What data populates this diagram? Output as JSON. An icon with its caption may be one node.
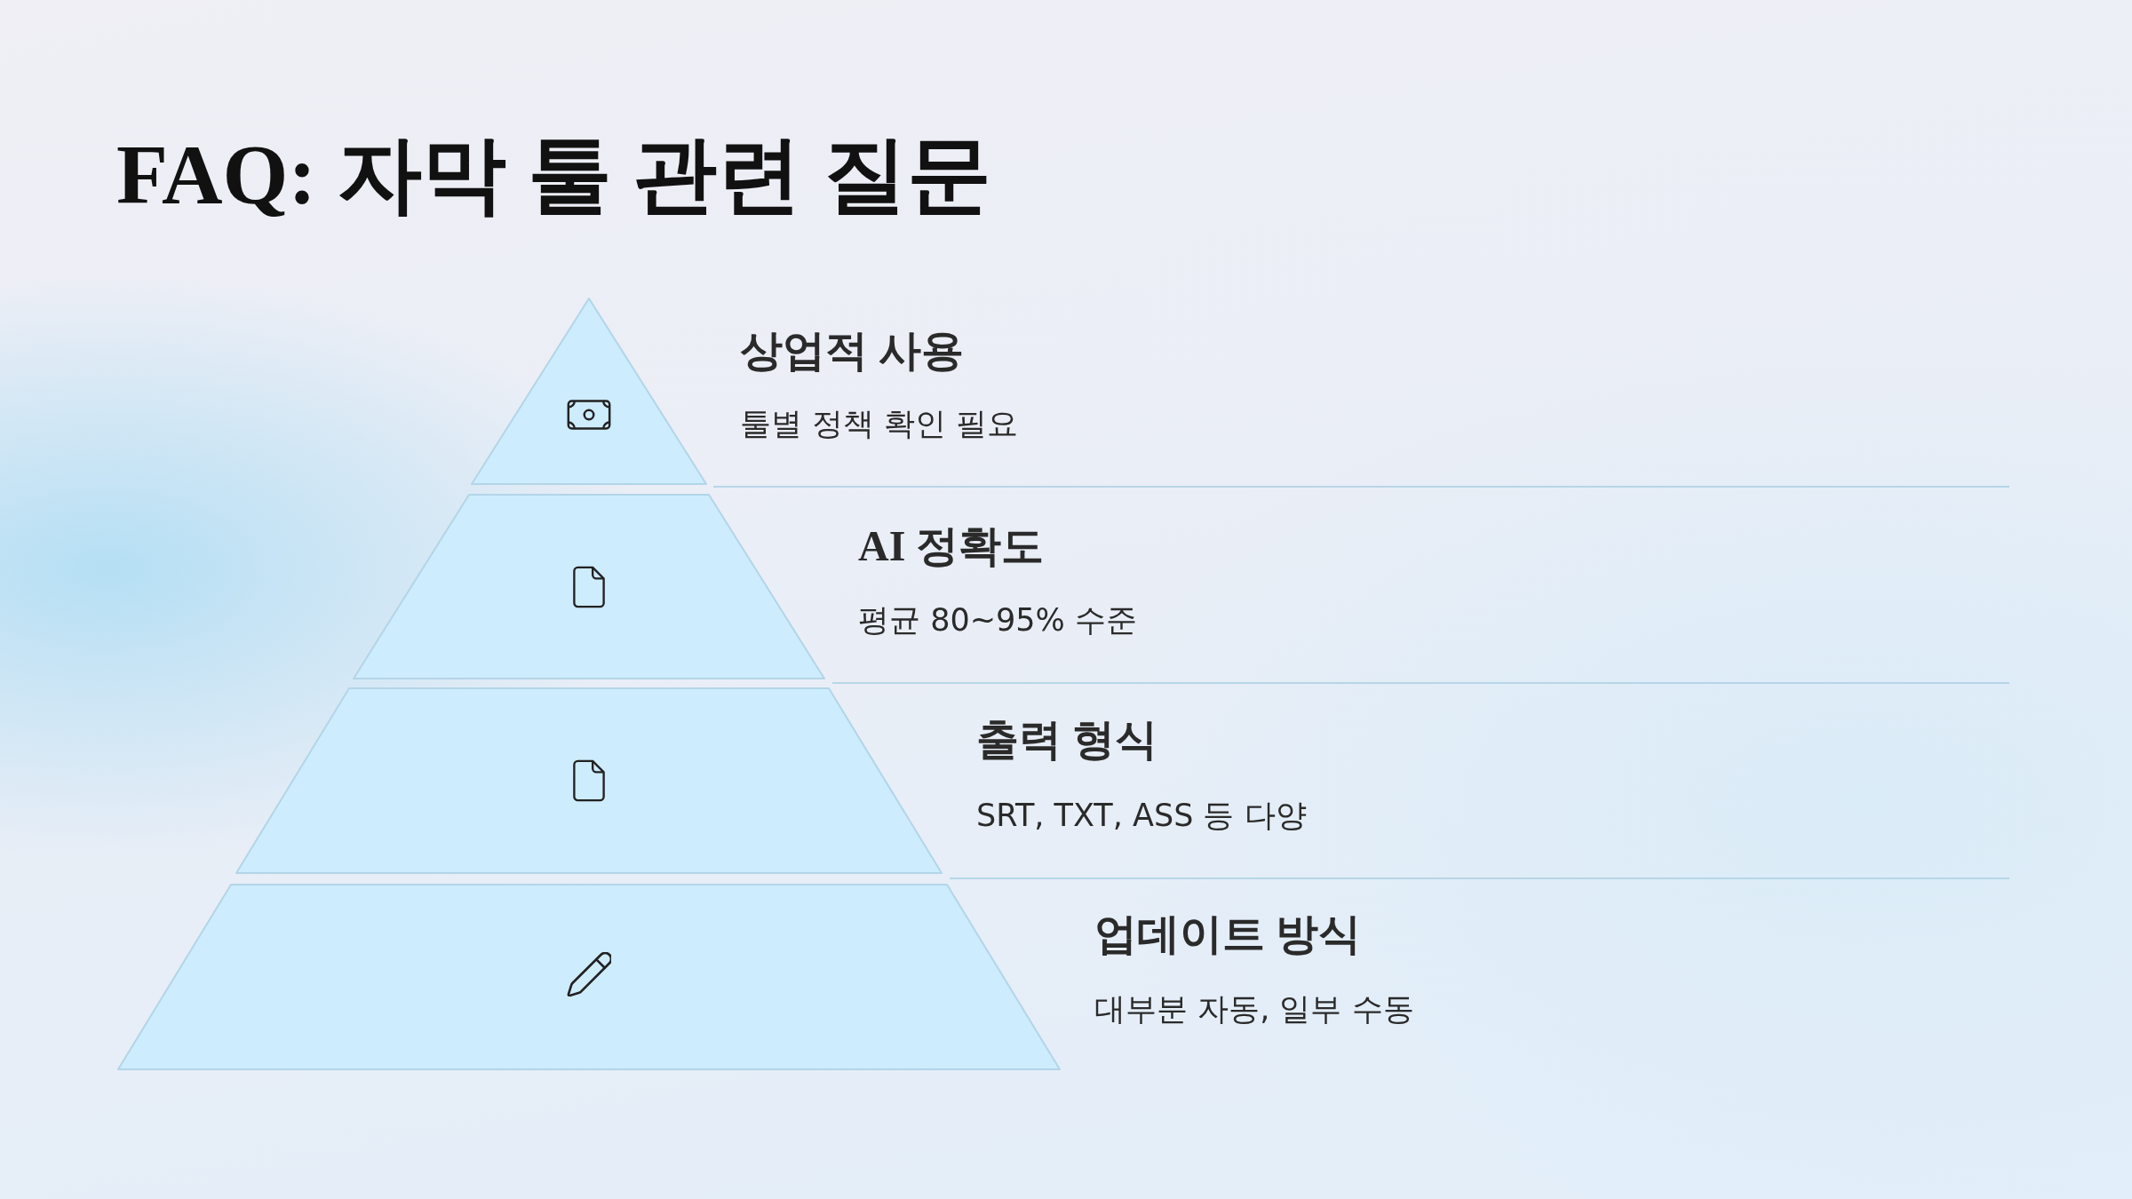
{
  "diagram": {
    "title": "FAQ: 자막 툴 관련 질문",
    "nodes": [
      {
        "text": [
          "상업적 사용",
          "툴별 정책 확인 필요"
        ]
      },
      {
        "text": [
          "AI 정확도",
          "평균 80~95% 수준"
        ]
      },
      {
        "text": [
          "출력 형식",
          "SRT, TXT, ASS 등 다양"
        ]
      },
      {
        "text": [
          "업데이트 방식",
          "대부분 자동, 일부 수동"
        ]
      }
    ]
  }
}
